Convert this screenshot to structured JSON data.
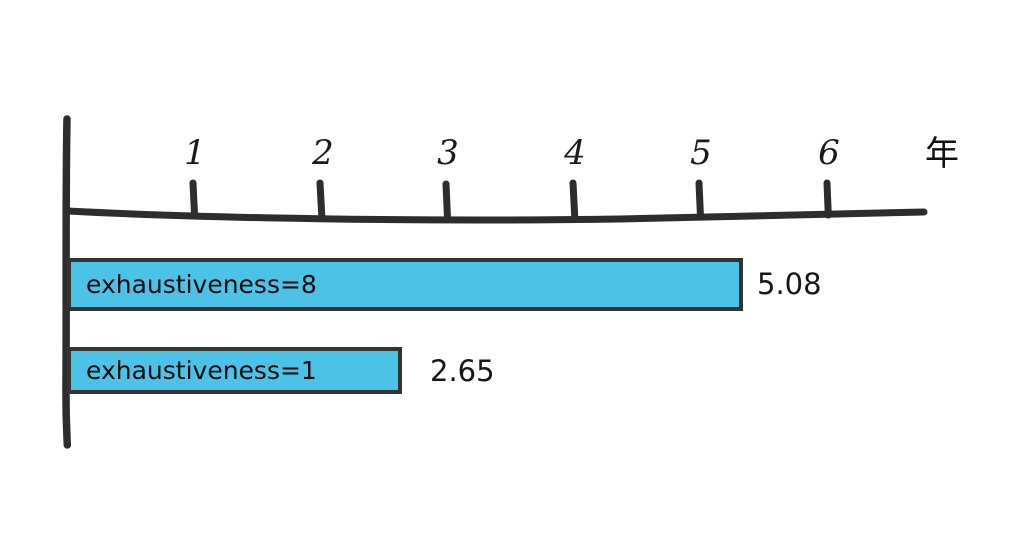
{
  "chart_data": {
    "type": "bar",
    "orientation": "horizontal",
    "title": "",
    "xlabel": "年",
    "ylabel": "",
    "categories": [
      "exhaustiveness=8",
      "exhaustiveness=1"
    ],
    "values": [
      5.08,
      2.65
    ],
    "value_labels": [
      "5.08",
      "2.65"
    ],
    "xlim": [
      0,
      7
    ],
    "xticks": [
      1,
      2,
      3,
      4,
      5,
      6
    ],
    "xtick_labels": [
      "1",
      "2",
      "3",
      "4",
      "5",
      "6"
    ],
    "grid": false,
    "legend": "none",
    "style": "hand-drawn",
    "bar_color": "#4cc3e6",
    "bar_border_color": "#333333",
    "axis_color": "#2d2d2d",
    "background": "#ffffff"
  },
  "axis": {
    "unit_label": "年",
    "ticks": [
      {
        "label": "1",
        "value": 1
      },
      {
        "label": "2",
        "value": 2
      },
      {
        "label": "3",
        "value": 3
      },
      {
        "label": "4",
        "value": 4
      },
      {
        "label": "5",
        "value": 5
      },
      {
        "label": "6",
        "value": 6
      }
    ]
  },
  "bars": [
    {
      "label": "exhaustiveness=8",
      "value": 5.08,
      "value_text": "5.08"
    },
    {
      "label": "exhaustiveness=1",
      "value": 2.65,
      "value_text": "2.65"
    }
  ]
}
